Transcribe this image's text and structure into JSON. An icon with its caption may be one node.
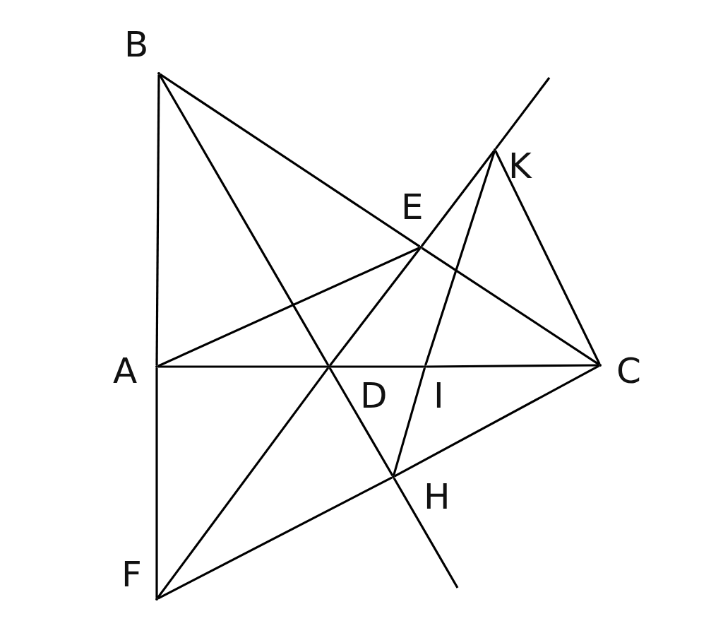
{
  "diagram": {
    "nodes": [
      {
        "text": [],
        "shape": "point",
        "beside": [
          "B"
        ]
      },
      {
        "text": [],
        "shape": "point",
        "beside": [
          "K"
        ]
      },
      {
        "text": [],
        "shape": "point",
        "beside": [
          "E"
        ]
      },
      {
        "text": [],
        "shape": "point",
        "beside": [
          "A"
        ]
      },
      {
        "text": [],
        "shape": "point",
        "beside": [
          "D"
        ]
      },
      {
        "text": [],
        "shape": "point",
        "beside": [
          "I"
        ]
      },
      {
        "text": [],
        "shape": "point",
        "beside": [
          "C"
        ]
      },
      {
        "text": [],
        "shape": "point",
        "beside": [
          "H"
        ]
      },
      {
        "text": [],
        "shape": "point",
        "beside": [
          "F"
        ]
      }
    ],
    "edges": [
      {
        "from": 0,
        "to": 3,
        "arrow": "none"
      },
      {
        "from": 3,
        "to": 8,
        "arrow": "none"
      },
      {
        "from": 0,
        "to": 2,
        "arrow": "none"
      },
      {
        "from": 2,
        "to": 6,
        "arrow": "none"
      },
      {
        "from": 0,
        "to": 4,
        "arrow": "none"
      },
      {
        "from": 4,
        "to": 7,
        "arrow": "none"
      },
      {
        "from": 7,
        "to": null,
        "arrow": "none"
      },
      {
        "from": 3,
        "to": 2,
        "arrow": "none"
      },
      {
        "from": 3,
        "to": 4,
        "arrow": "none"
      },
      {
        "from": 4,
        "to": 5,
        "arrow": "none"
      },
      {
        "from": 5,
        "to": 6,
        "arrow": "none"
      },
      {
        "from": 8,
        "to": 4,
        "arrow": "none"
      },
      {
        "from": 4,
        "to": 2,
        "arrow": "none"
      },
      {
        "from": 2,
        "to": 1,
        "arrow": "none"
      },
      {
        "from": 1,
        "to": null,
        "arrow": "none"
      },
      {
        "from": 1,
        "to": 5,
        "arrow": "none"
      },
      {
        "from": 5,
        "to": 7,
        "arrow": "none"
      },
      {
        "from": 1,
        "to": 6,
        "arrow": "none"
      },
      {
        "from": 8,
        "to": 7,
        "arrow": "none"
      },
      {
        "from": 7,
        "to": 6,
        "arrow": "none"
      }
    ]
  }
}
